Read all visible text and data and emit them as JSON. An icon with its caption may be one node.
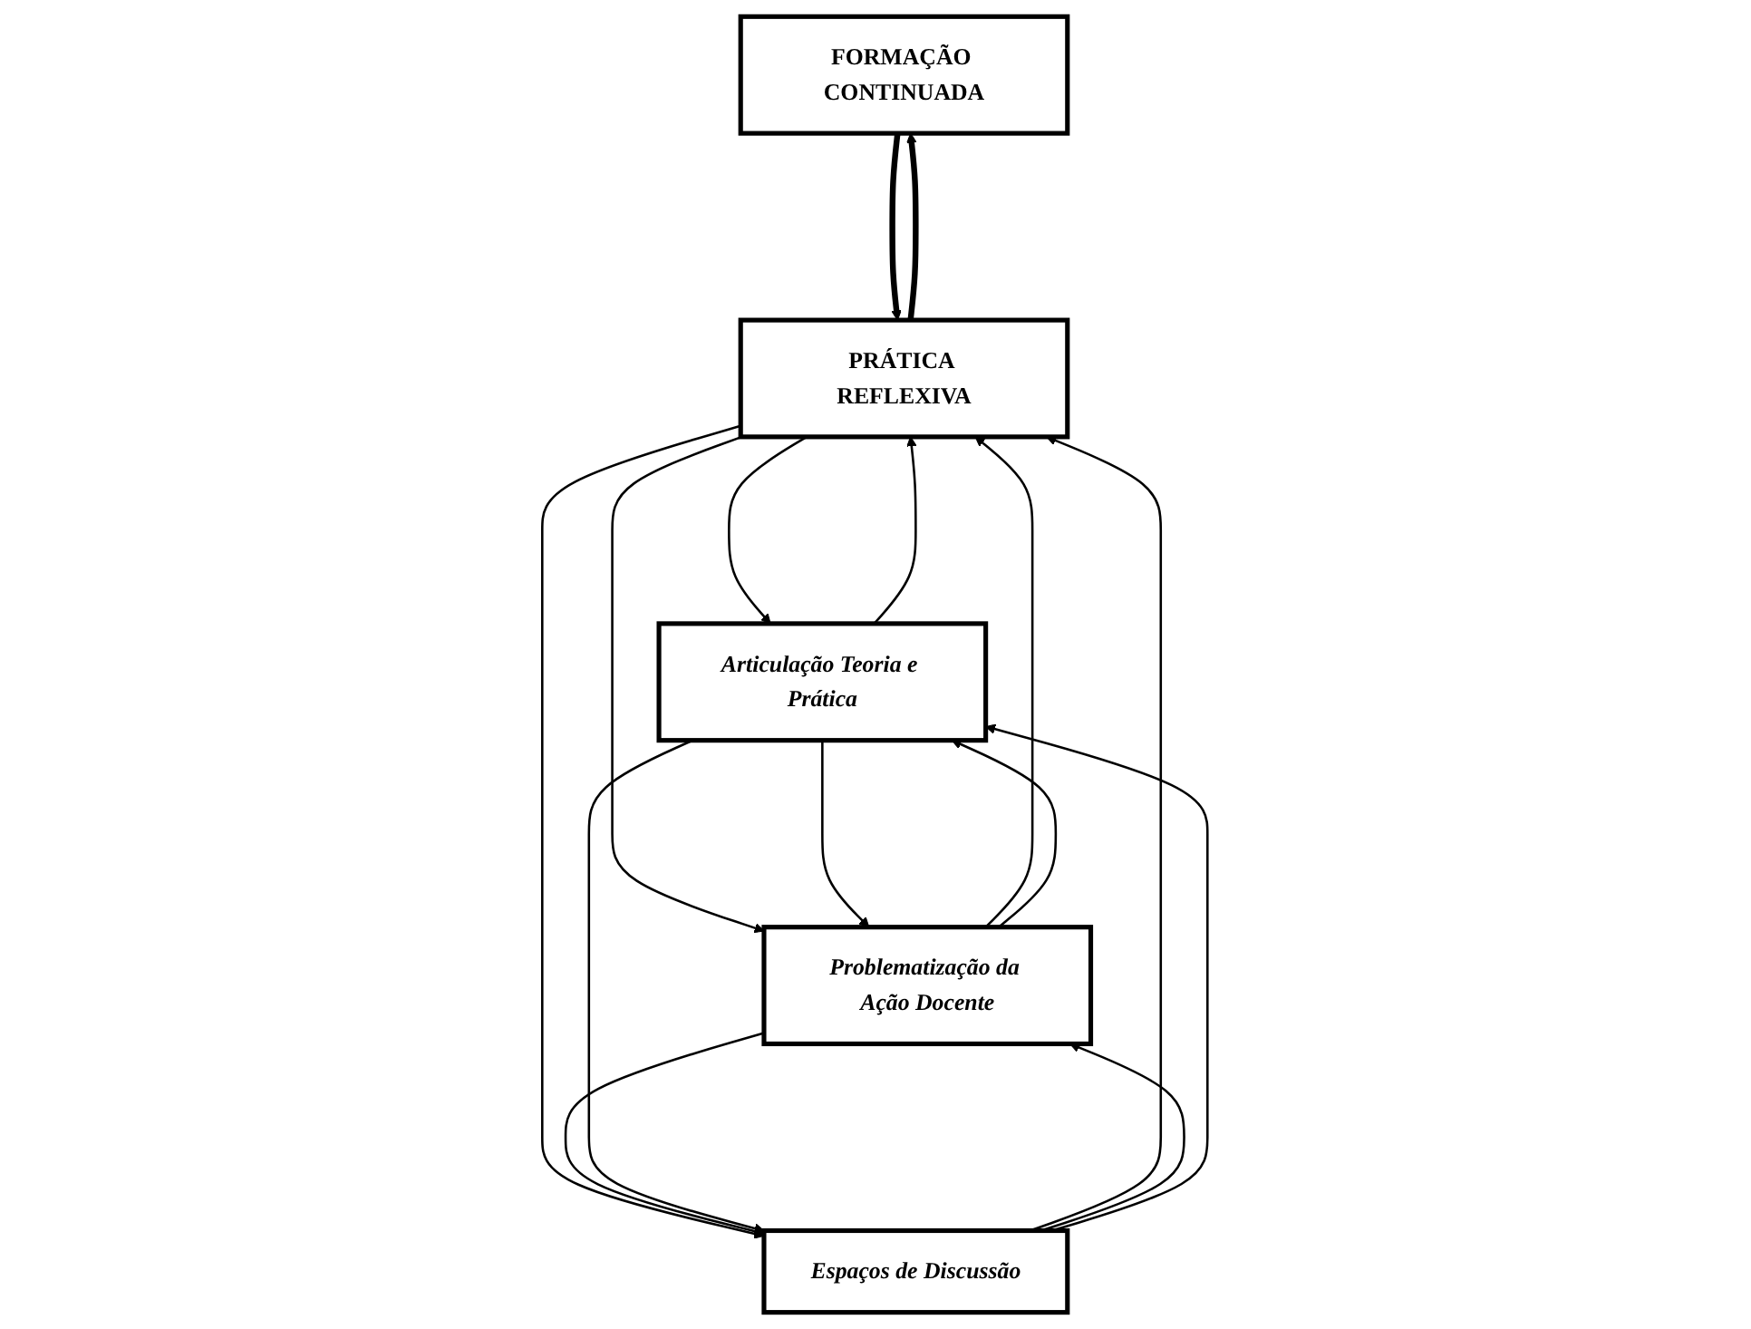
{
  "diagram": {
    "nodes": [
      {
        "text": [
          "FORMAÇÃO CONTINUADA"
        ]
      },
      {
        "text": [
          "PRÁTICA REFLEXIVA"
        ]
      },
      {
        "text": [
          "Articulação Teoria e Prática"
        ]
      },
      {
        "text": [
          "Problematização da Ação Docente"
        ]
      },
      {
        "text": [
          "Espaços de Discussão"
        ]
      }
    ],
    "edges": [
      {
        "from": 1,
        "to": 0,
        "arrow": "to",
        "style": "thick"
      },
      {
        "from": 0,
        "to": 1,
        "arrow": "to",
        "style": "thick"
      },
      {
        "from": 2,
        "to": 1,
        "arrow": "to"
      },
      {
        "from": 1,
        "to": 2,
        "arrow": "to"
      },
      {
        "from": 1,
        "to": 3,
        "arrow": "to"
      },
      {
        "from": 3,
        "to": 1,
        "arrow": "to"
      },
      {
        "from": 1,
        "to": 4,
        "arrow": "to"
      },
      {
        "from": 4,
        "to": 1,
        "arrow": "to"
      },
      {
        "from": 2,
        "to": 3,
        "arrow": "to"
      },
      {
        "from": 3,
        "to": 2,
        "arrow": "to"
      },
      {
        "from": 3,
        "to": 4,
        "arrow": "to"
      },
      {
        "from": 4,
        "to": 3,
        "arrow": "to"
      },
      {
        "from": 2,
        "to": 4,
        "arrow": "to"
      },
      {
        "from": 4,
        "to": 2,
        "arrow": "to"
      }
    ]
  }
}
